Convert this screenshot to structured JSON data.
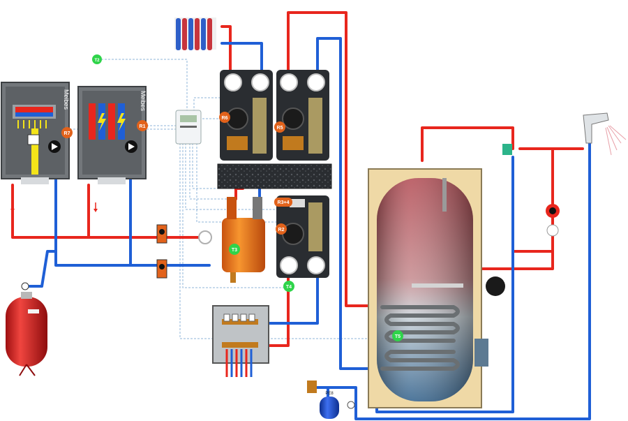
{
  "colors": {
    "hot": "#e8261d",
    "cold": "#1f5fd6",
    "yellow": "#f4e419",
    "sensor_green": "#2fd44a",
    "relay_orange": "#e2621b",
    "boiler_grey": "#6e7276",
    "tank_cream": "#efd9a6",
    "expansion_red": "#d6181a",
    "dashed_signal": "#8fb4d9"
  },
  "boilers": {
    "gas_boiler": {
      "brand": "Meibes",
      "relay": "R7"
    },
    "electric_boiler": {
      "brand": "Meibes",
      "relay": "R1"
    }
  },
  "relays": {
    "r6": "R6",
    "r5": "R5",
    "r3_4": "R3+4",
    "r2": "R2"
  },
  "sensors": {
    "t2": "T2",
    "t3": "T3",
    "t4": "T4",
    "t5": "T5"
  },
  "dhw_expansion": {
    "label": "PE8"
  }
}
